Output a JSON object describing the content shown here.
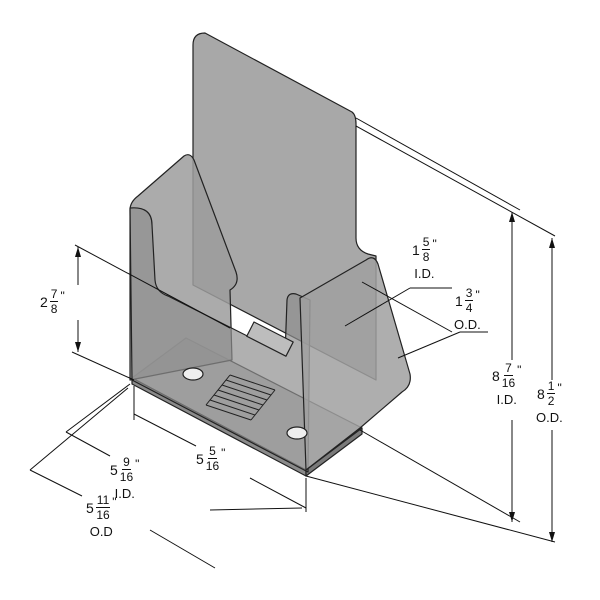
{
  "dimensions": {
    "front_pocket_height": {
      "whole": "2",
      "num": "7",
      "den": "8",
      "unit": "\"",
      "suffix": ""
    },
    "pocket_depth_id": {
      "whole": "1",
      "num": "5",
      "den": "8",
      "unit": "\"",
      "suffix": "I.D."
    },
    "pocket_depth_od": {
      "whole": "1",
      "num": "3",
      "den": "4",
      "unit": "\"",
      "suffix": "O.D."
    },
    "height_id": {
      "whole": "8",
      "num": "7",
      "den": "16",
      "unit": "\"",
      "suffix": "I.D."
    },
    "height_od": {
      "whole": "8",
      "num": "1",
      "den": "2",
      "unit": "\"",
      "suffix": "O.D."
    },
    "base_width": {
      "whole": "5",
      "num": "5",
      "den": "16",
      "unit": "\"",
      "suffix": ""
    },
    "width_id": {
      "whole": "5",
      "num": "9",
      "den": "16",
      "unit": "\"",
      "suffix": "I.D."
    },
    "width_od": {
      "whole": "5",
      "num": "11",
      "den": "16",
      "unit": "\"",
      "suffix": "O.D"
    }
  },
  "colors": {
    "acrylic": "#9a9a9a",
    "acrylic_light": "#b8b8b8",
    "line": "#111111"
  }
}
